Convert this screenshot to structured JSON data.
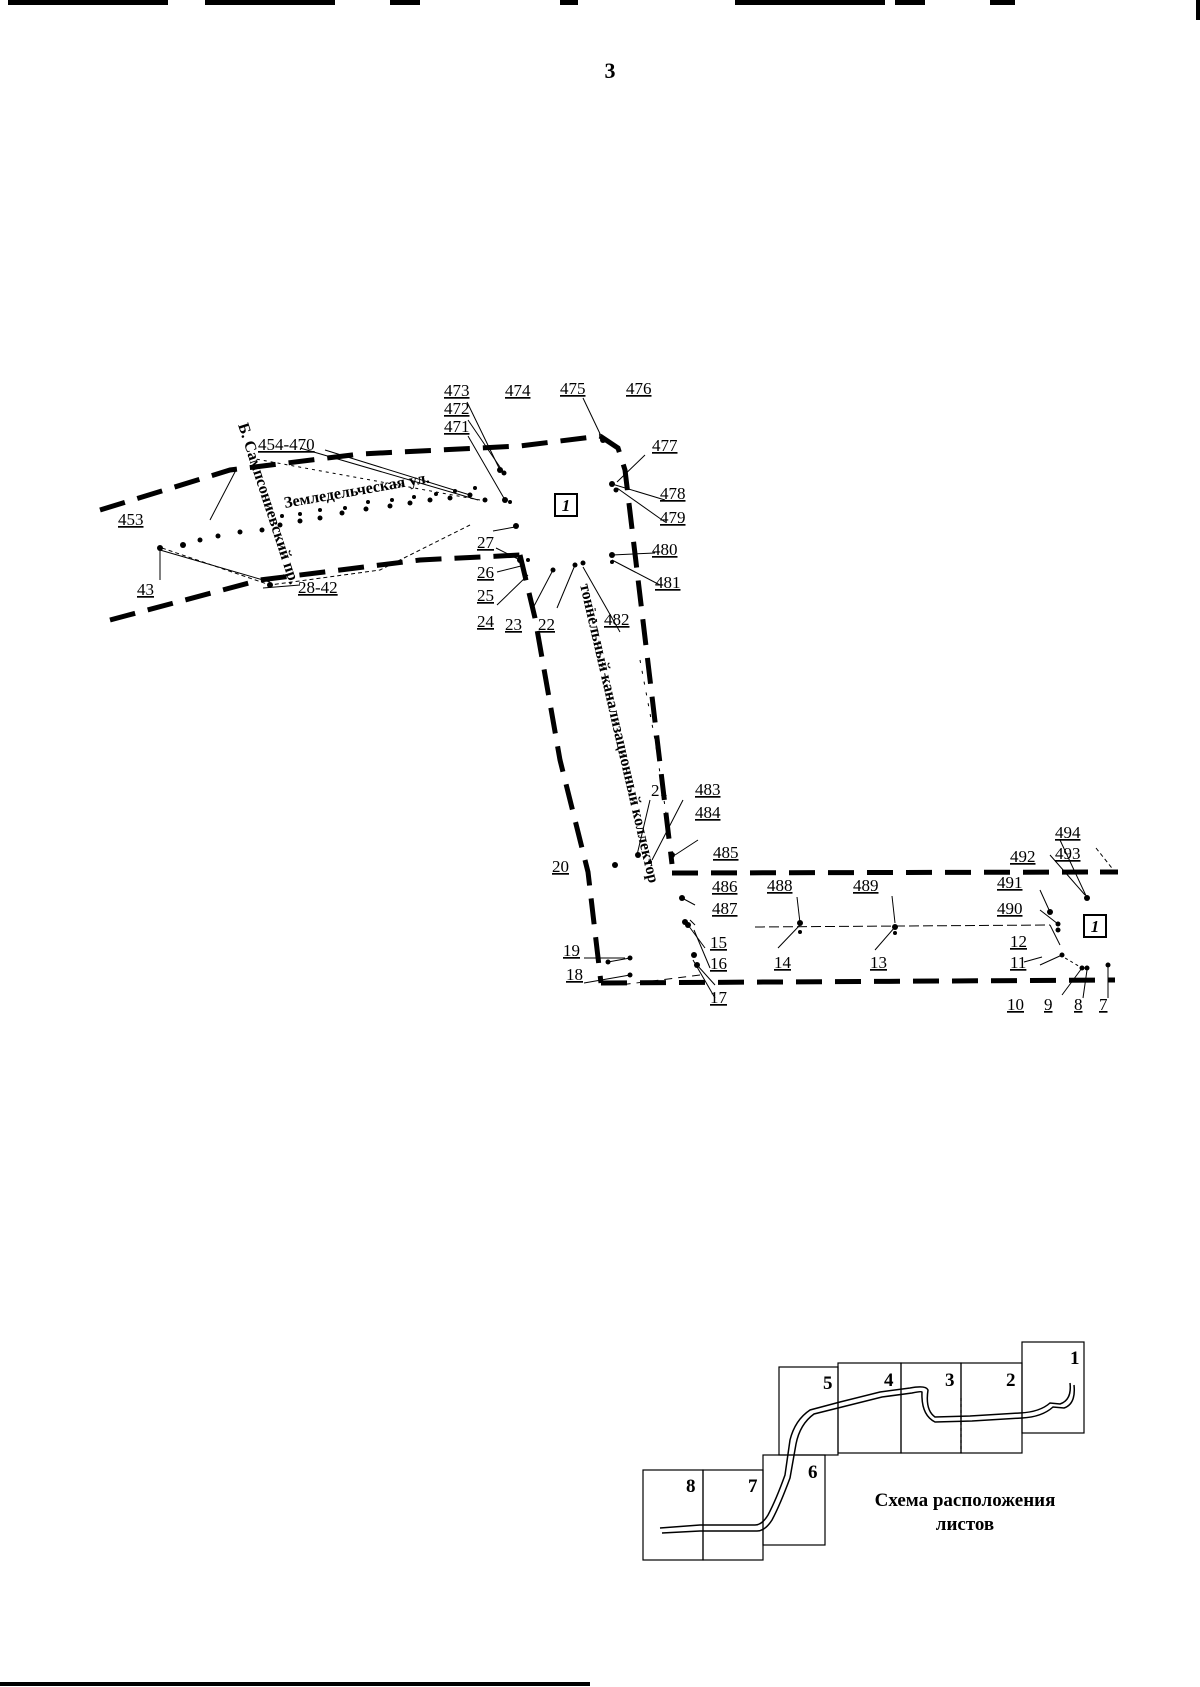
{
  "page_number": "3",
  "zone_marker": "1",
  "streets": {
    "zemledelcheskaya": "Земледельческая ул.",
    "sampsonievsky": "Б. Сампсониевский пр.",
    "collector": "тоннельный канализационный коллектор"
  },
  "labels": {
    "l473": "473",
    "l472": "472",
    "l471": "471",
    "l474": "474",
    "l475": "475",
    "l476": "476",
    "l477": "477",
    "l478": "478",
    "l479": "479",
    "l480": "480",
    "l481": "481",
    "l482": "482",
    "l454_470": "454-470",
    "l453": "453",
    "l43": "43",
    "l28_42": "28-42",
    "l27": "27",
    "l26": "26",
    "l25": "25",
    "l24": "24",
    "l23": "23",
    "l22": "22",
    "l21": "21",
    "l20": "20",
    "l483": "483",
    "l484": "484",
    "l485": "485",
    "l486": "486",
    "l487": "487",
    "l488": "488",
    "l489": "489",
    "l490": "490",
    "l491": "491",
    "l492": "492",
    "l493": "493",
    "l494": "494",
    "l19": "19",
    "l18": "18",
    "l17": "17",
    "l16": "16",
    "l15": "15",
    "l14": "14",
    "l13": "13",
    "l12": "12",
    "l11": "11",
    "l10": "10",
    "l9": "9",
    "l8": "8",
    "l7": "7"
  },
  "sheet_layout": {
    "caption_line1": "Схема расположения",
    "caption_line2": "листов",
    "sheets": [
      "1",
      "2",
      "3",
      "4",
      "5",
      "6",
      "7",
      "8"
    ]
  }
}
